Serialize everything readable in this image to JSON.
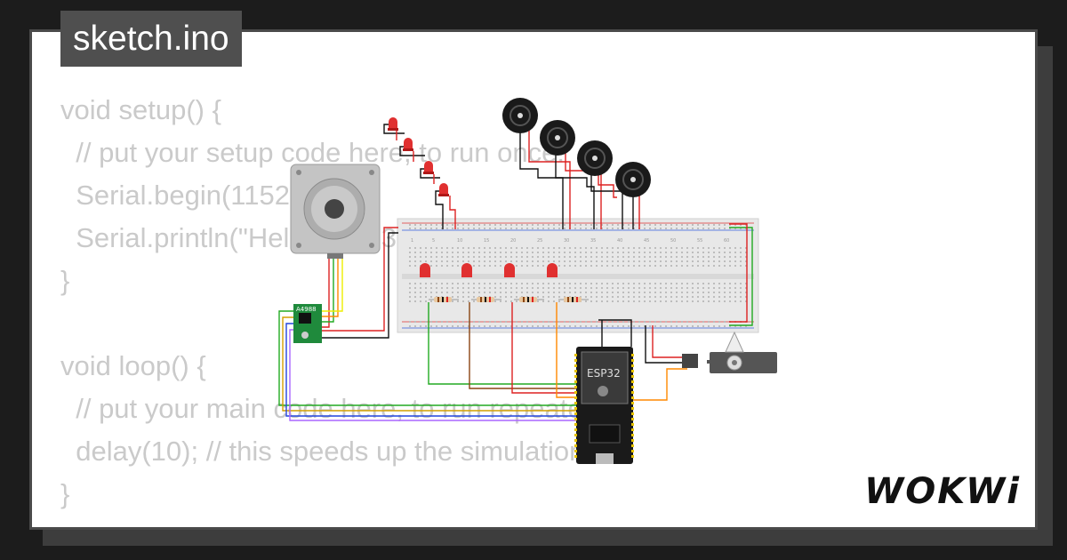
{
  "file_tab": {
    "title": "sketch.ino"
  },
  "code": {
    "lines": [
      "void setup() {",
      "  // put your setup code here, to run once:",
      "  Serial.begin(115200);",
      "  Serial.println(\"Hello, ESP32!\");",
      "}",
      "",
      "void loop() {",
      "  // put your main code here, to run repeatedly:",
      "  delay(10); // this speeds up the simulation",
      "}"
    ]
  },
  "components": {
    "driver_label": "A4988",
    "mcu_label": "ESP32",
    "breadboard_numbers": [
      "1",
      "5",
      "10",
      "15",
      "20",
      "25",
      "30",
      "35",
      "40",
      "45",
      "50",
      "55",
      "60"
    ]
  },
  "brand": {
    "logo_text": "WOKWi"
  },
  "colors": {
    "background": "#1c1c1c",
    "card": "#ffffff",
    "code_text": "#cacaca",
    "tab": "#4f4f4f"
  }
}
